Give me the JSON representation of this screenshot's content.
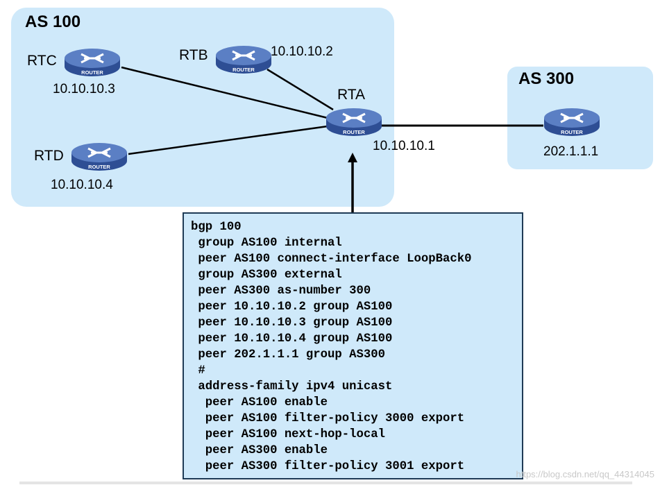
{
  "as100": {
    "title": "AS 100"
  },
  "as300": {
    "title": "AS 300"
  },
  "routers": {
    "rta": {
      "name": "RTA",
      "ip": "10.10.10.1",
      "badge": "ROUTER"
    },
    "rtb": {
      "name": "RTB",
      "ip": "10.10.10.2",
      "badge": "ROUTER"
    },
    "rtc": {
      "name": "RTC",
      "ip": "10.10.10.3",
      "badge": "ROUTER"
    },
    "rtd": {
      "name": "RTD",
      "ip": "10.10.10.4",
      "badge": "ROUTER"
    },
    "as300_router": {
      "ip": "202.1.1.1",
      "badge": "ROUTER"
    }
  },
  "config": {
    "lines": [
      "bgp 100",
      " group AS100 internal",
      " peer AS100 connect-interface LoopBack0",
      " group AS300 external",
      " peer AS300 as-number 300",
      " peer 10.10.10.2 group AS100",
      " peer 10.10.10.3 group AS100",
      " peer 10.10.10.4 group AS100",
      " peer 202.1.1.1 group AS300",
      " #",
      " address-family ipv4 unicast",
      "  peer AS100 enable",
      "  peer AS100 filter-policy 3000 export",
      "  peer AS100 next-hop-local",
      "  peer AS300 enable",
      "  peer AS300 filter-policy 3001 export"
    ]
  },
  "watermark": "https://blog.csdn.net/qq_44314045",
  "colors": {
    "as_region": "#cfe9fa",
    "router_top": "#5b7fc4",
    "router_side": "#2e4e94"
  }
}
